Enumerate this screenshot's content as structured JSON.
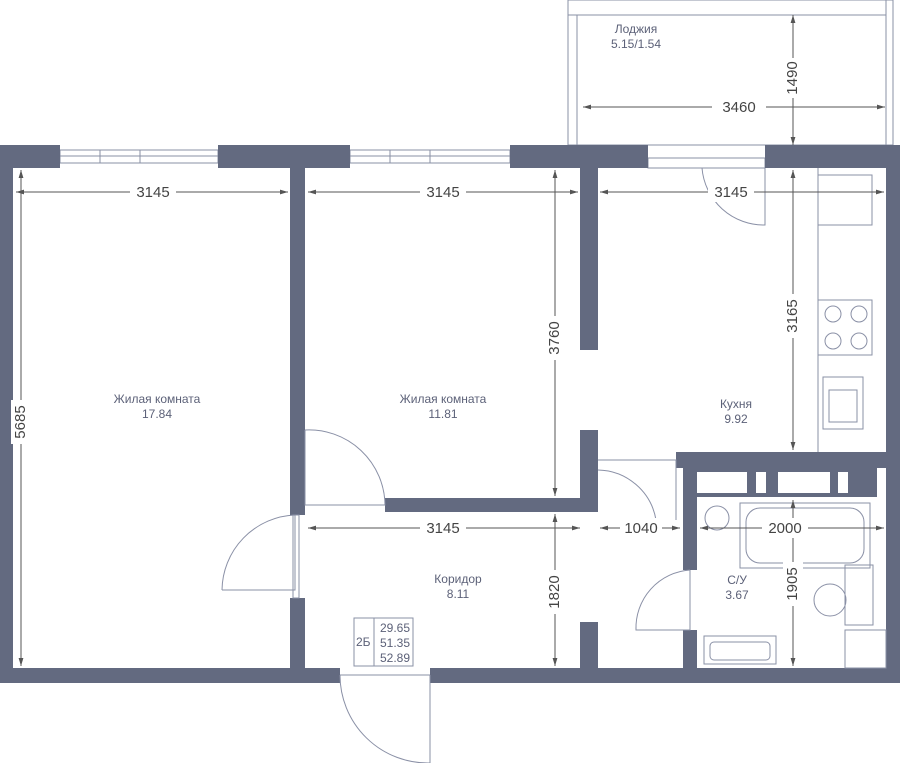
{
  "rooms": {
    "loggia": {
      "name": "Лоджия",
      "area": "5.15/1.54"
    },
    "living1": {
      "name": "Жилая комната",
      "area": "17.84"
    },
    "living2": {
      "name": "Жилая комната",
      "area": "11.81"
    },
    "kitchen": {
      "name": "Кухня",
      "area": "9.92"
    },
    "corridor": {
      "name": "Коридор",
      "area": "8.11"
    },
    "bathroom": {
      "name": "С/У",
      "area": "3.67"
    }
  },
  "dimensions": {
    "loggia_width": "3460",
    "loggia_depth": "1490",
    "living1_width": "3145",
    "living1_length": "5685",
    "living2_width": "3145",
    "living2_length": "3760",
    "kitchen_width": "3145",
    "kitchen_length": "3165",
    "corridor_width": "3145",
    "corridor_length": "1820",
    "passage_width": "1040",
    "bath_width": "2000",
    "bath_length": "1905"
  },
  "summary": {
    "type": "2Б",
    "living_area": "29.65",
    "total_area": "51.35",
    "total_with_loggia": "52.89"
  },
  "colors": {
    "wall": "#636a80"
  }
}
